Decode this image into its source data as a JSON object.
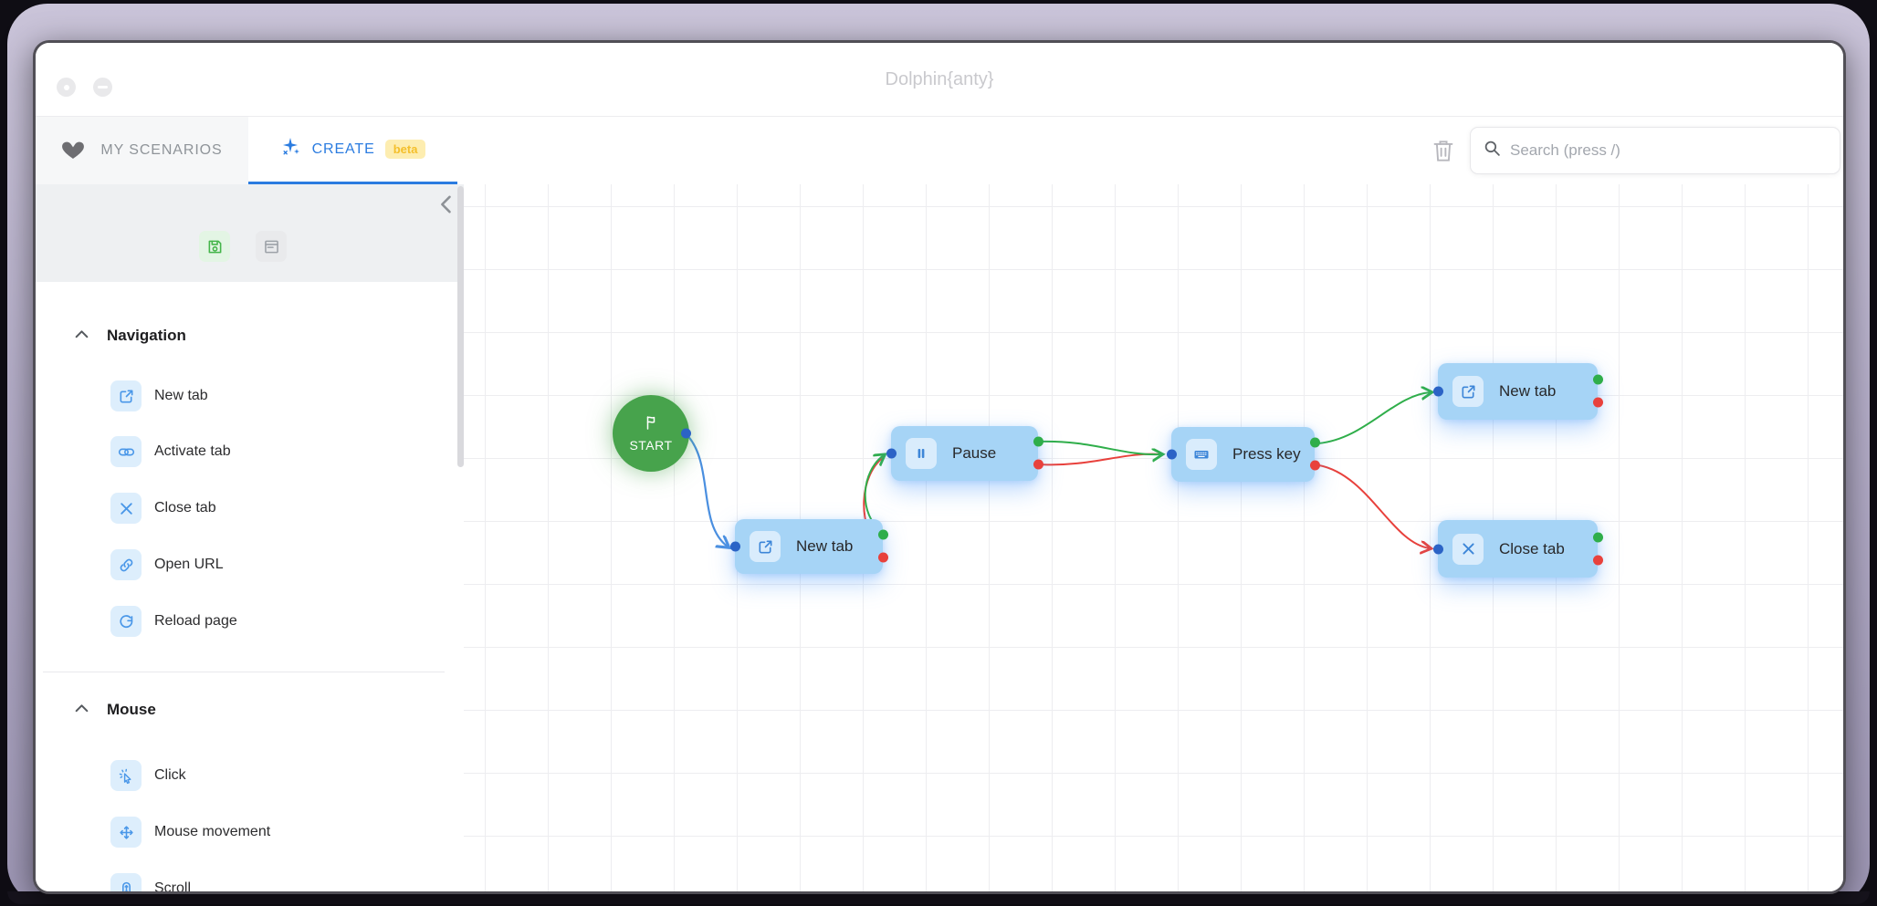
{
  "window": {
    "title": "Dolphin{anty}"
  },
  "tabs": {
    "my_scenarios": "MY SCENARIOS",
    "create": "CREATE",
    "beta_badge": "beta"
  },
  "toolbar": {
    "trash_icon": "trash-icon",
    "search_placeholder": "Search (press /)",
    "search_value": ""
  },
  "sidebar": {
    "header_icons": [
      "save-icon",
      "form-panel-icon"
    ],
    "collapse_icon": "chevron-left-icon",
    "sections": [
      {
        "title": "Navigation",
        "items": [
          {
            "label": "New tab",
            "icon": "new-tab-icon"
          },
          {
            "label": "Activate tab",
            "icon": "activate-tab-icon"
          },
          {
            "label": "Close tab",
            "icon": "close-tab-icon"
          },
          {
            "label": "Open URL",
            "icon": "open-url-icon"
          },
          {
            "label": "Reload page",
            "icon": "reload-page-icon"
          }
        ]
      },
      {
        "title": "Mouse",
        "items": [
          {
            "label": "Click",
            "icon": "click-icon"
          },
          {
            "label": "Mouse movement",
            "icon": "mouse-movement-icon"
          },
          {
            "label": "Scroll",
            "icon": "scroll-icon"
          }
        ]
      }
    ]
  },
  "canvas": {
    "nodes": [
      {
        "id": "start",
        "label": "START",
        "type": "start",
        "icon": "flag-icon"
      },
      {
        "id": "new-tab-1",
        "label": "New tab",
        "type": "action",
        "icon": "new-tab-icon"
      },
      {
        "id": "pause",
        "label": "Pause",
        "type": "action",
        "icon": "pause-icon"
      },
      {
        "id": "press-key",
        "label": "Press key",
        "type": "action",
        "icon": "keyboard-icon"
      },
      {
        "id": "new-tab-2",
        "label": "New tab",
        "type": "action",
        "icon": "new-tab-icon"
      },
      {
        "id": "close-tab",
        "label": "Close tab",
        "type": "action",
        "icon": "close-tab-icon"
      }
    ],
    "edges": [
      {
        "from": "start",
        "to": "new-tab-1",
        "type": "default"
      },
      {
        "from": "new-tab-1",
        "to": "pause",
        "type": "success"
      },
      {
        "from": "new-tab-1",
        "to": "pause",
        "type": "error"
      },
      {
        "from": "pause",
        "to": "press-key",
        "type": "success"
      },
      {
        "from": "pause",
        "to": "press-key",
        "type": "error"
      },
      {
        "from": "press-key",
        "to": "new-tab-2",
        "type": "success"
      },
      {
        "from": "press-key",
        "to": "close-tab",
        "type": "error"
      }
    ],
    "colors": {
      "success": "#2fae4a",
      "error": "#e8413c",
      "default_link": "#4a8fe0",
      "node_bg": "#a6d4f6",
      "start_bg": "#47a34c",
      "accent": "#2b7ce0"
    }
  }
}
